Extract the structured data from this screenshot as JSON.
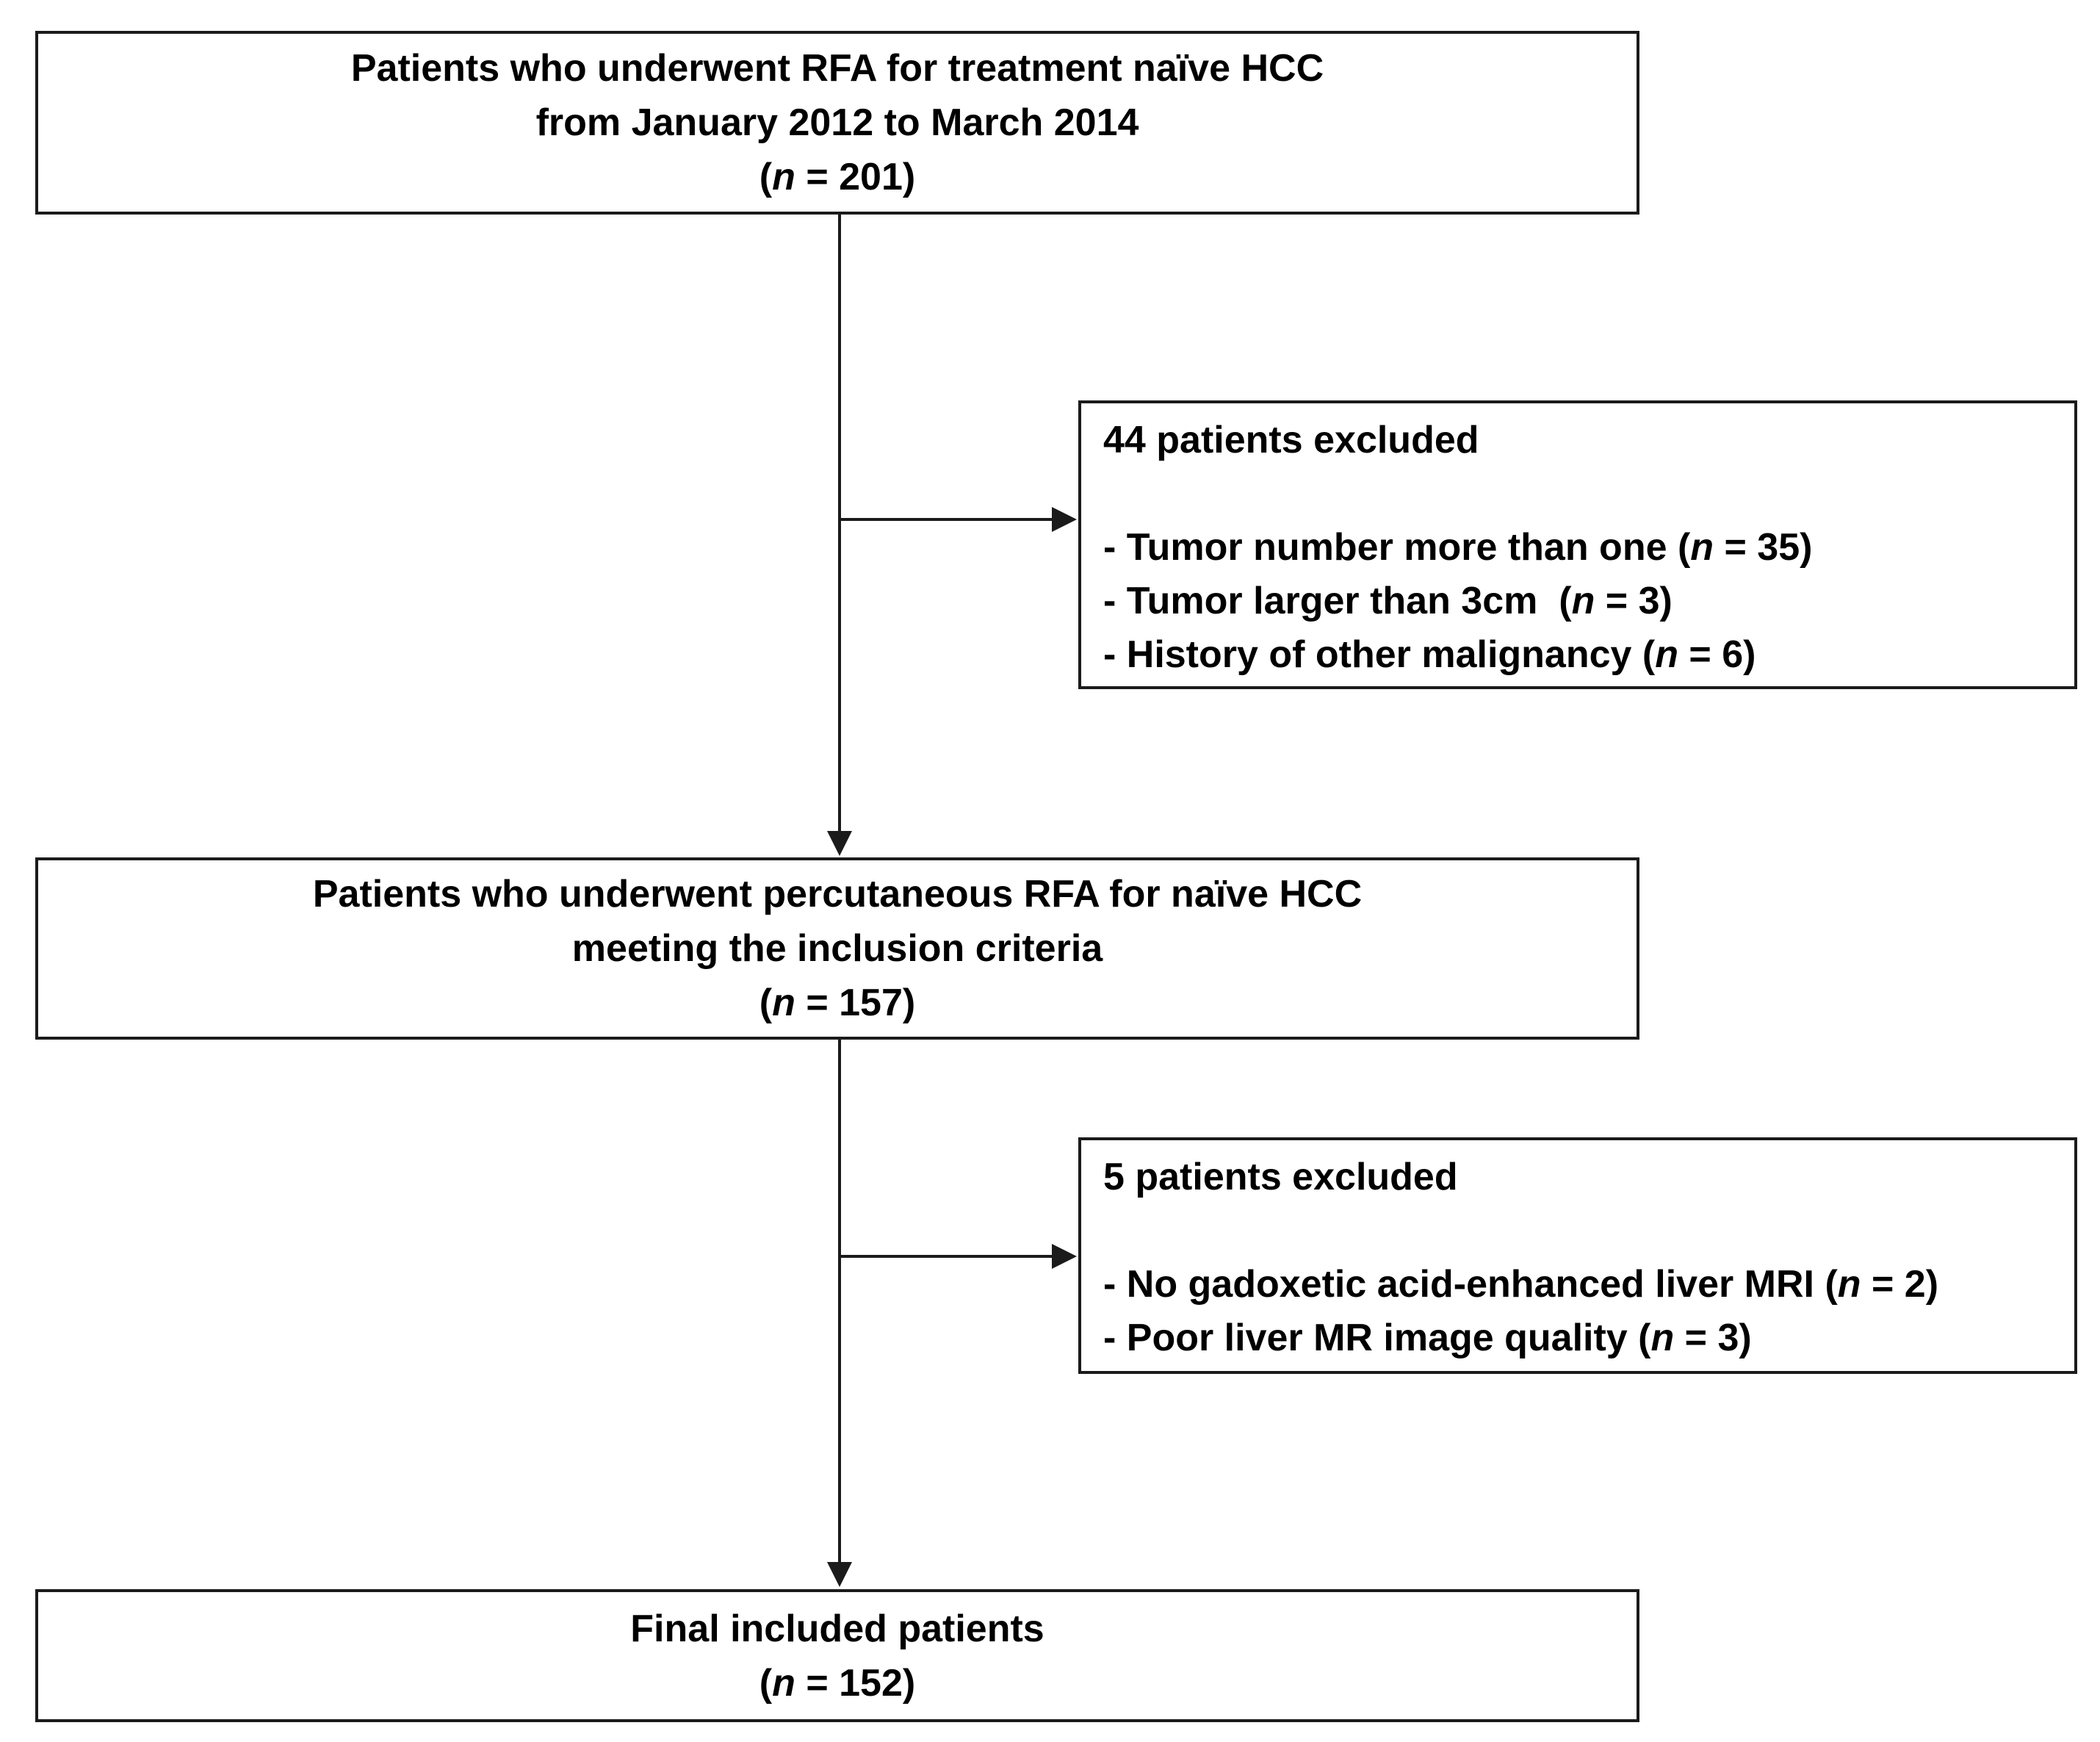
{
  "figure": {
    "kind": "patient-flow-diagram",
    "colors": {
      "background": "#ffffff",
      "text": "#000000",
      "line": "#1b1b1b"
    }
  },
  "boxes": {
    "source": {
      "lines": [
        "Patients who underwent RFA for treatment naïve HCC",
        "from January 2012 to March 2014",
        "(*n* = 201)"
      ],
      "n": 201
    },
    "excluded1": {
      "lines": [
        "44 patients excluded",
        "",
        "- Tumor number more than one (*n* = 35)",
        "- Tumor larger than 3cm  (*n* = 3)",
        "- History of other malignancy (*n* = 6)"
      ],
      "n": 44
    },
    "included": {
      "lines": [
        "Patients who underwent percutaneous RFA for naïve HCC",
        "meeting the inclusion criteria",
        "(*n* = 157)"
      ],
      "n": 157
    },
    "excluded2": {
      "lines": [
        "5 patients excluded",
        "",
        "- No gadoxetic acid-enhanced liver MRI (*n* = 2)",
        "- Poor liver MR image quality (*n* = 3)"
      ],
      "n": 5
    },
    "final": {
      "lines": [
        "Final included patients",
        "(*n* = 152)"
      ],
      "n": 152
    }
  },
  "edges": [
    {
      "from": "source",
      "to": "included",
      "type": "arrow-down"
    },
    {
      "from": "source",
      "to": "excluded1",
      "type": "arrow-branch-right"
    },
    {
      "from": "included",
      "to": "final",
      "type": "arrow-down"
    },
    {
      "from": "included",
      "to": "excluded2",
      "type": "arrow-branch-right"
    }
  ]
}
